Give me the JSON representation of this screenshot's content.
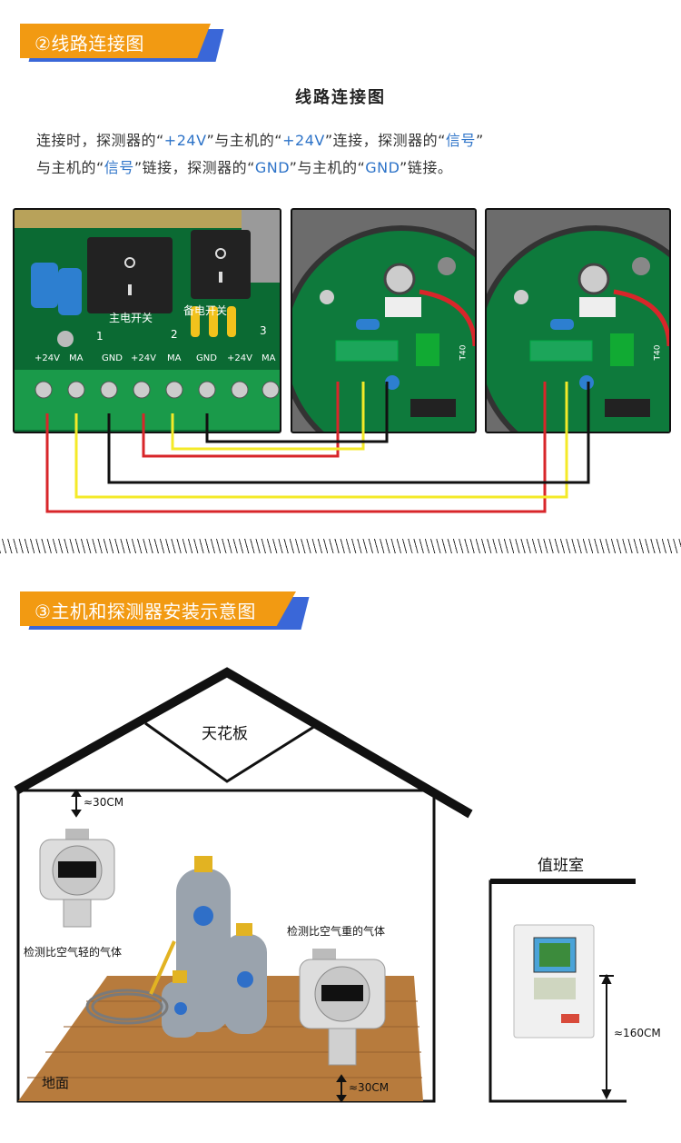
{
  "section1": {
    "banner": "②线路连接图",
    "heading": "线路连接图",
    "paragraph": {
      "line1": [
        "连接时，探测器的",
        "“",
        "+24V",
        "”与主机的",
        "“",
        "+24V",
        "”连接，探测器的",
        "“",
        "信号",
        "”"
      ],
      "line1_text": {
        "a": "连接时，探测器的“",
        "b": "+24V",
        "c": "”与主机的“",
        "d": "+24V",
        "e": "”连接，探测器的“",
        "f": "信号",
        "g": "”"
      },
      "line2_text": {
        "a": "与主机的“",
        "b": "信号",
        "c": "”链接，探测器的“",
        "d": "GND",
        "e": "”与主机的“",
        "f": "GND",
        "g": "”链接。"
      }
    },
    "board": {
      "main_switch": "主电开关",
      "backup_switch": "备电开关",
      "terminals": [
        "+24V",
        "MA",
        "GND",
        "+24V",
        "MA",
        "GND",
        "+24V",
        "MA"
      ],
      "channels": [
        "1",
        "2",
        "3"
      ]
    },
    "detector_label": "T40"
  },
  "section2": {
    "banner": "③主机和探测器安装示意图",
    "ceiling": "天花板",
    "floor": "地面",
    "top_distance": "≈30CM",
    "bottom_distance": "≈30CM",
    "light_gas": "检测比空气轻的气体",
    "heavy_gas": "检测比空气重的气体",
    "duty_room": "值班室",
    "height": "≈160CM"
  },
  "colors": {
    "banner_orange": "#f29a12",
    "banner_blue": "#3a67d8",
    "highlight_text": "#2d73c8",
    "wire_red": "#d8262a",
    "wire_yellow": "#f4ea28",
    "wire_black": "#111111",
    "pcb_green": "#0c6a2f"
  }
}
